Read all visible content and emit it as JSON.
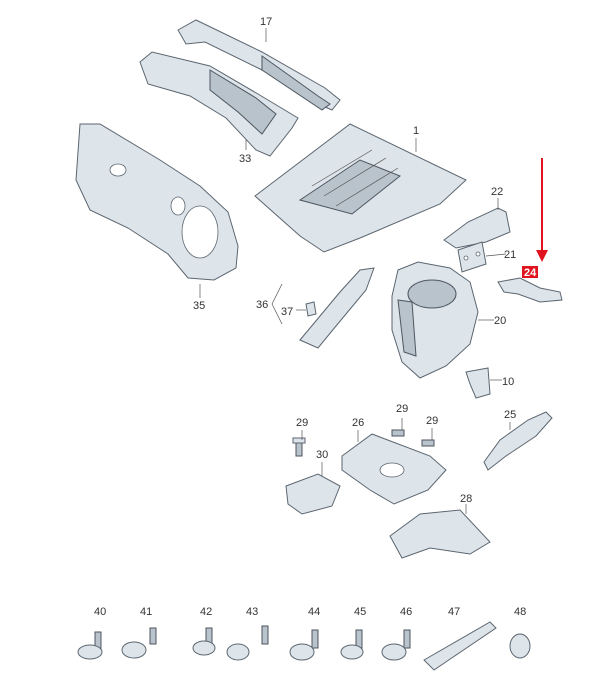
{
  "diagram": {
    "labels": {
      "p1": "1",
      "p10": "10",
      "p17": "17",
      "p20": "20",
      "p21": "21",
      "p22": "22",
      "p24": "24",
      "p25": "25",
      "p26": "26",
      "p28": "28",
      "p29a": "29",
      "p29b": "29",
      "p29c": "29",
      "p30": "30",
      "p33": "33",
      "p35": "35",
      "p36": "36",
      "p37": "37",
      "p40": "40",
      "p41": "41",
      "p42": "42",
      "p43": "43",
      "p44": "44",
      "p45": "45",
      "p46": "46",
      "p47": "47",
      "p48": "48"
    },
    "highlight": {
      "label": "p24",
      "color": "#e0141e"
    },
    "colors": {
      "part_fill": "#dde4ea",
      "part_stroke": "#5c6670",
      "arrow": "#e0141e"
    }
  }
}
